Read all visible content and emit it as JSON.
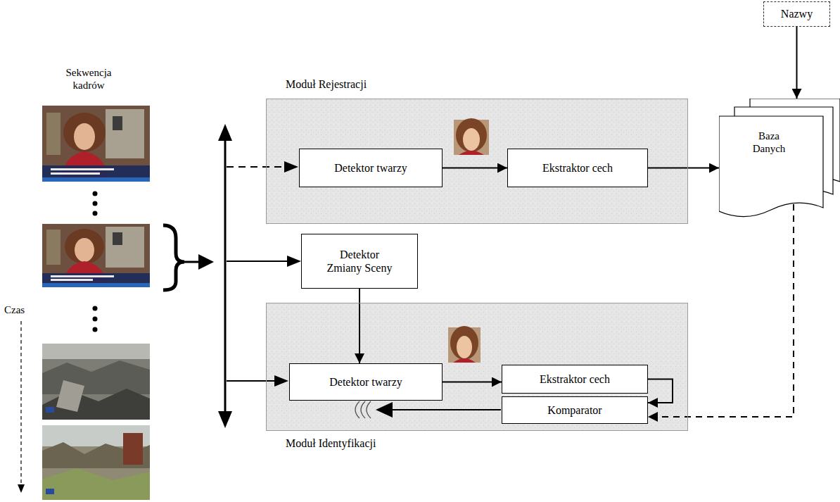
{
  "diagram": {
    "nodes": [
      {
        "text": [
          "Moduł Rejestracji"
        ]
      },
      {
        "text": [
          "Detektor twarzy"
        ],
        "in": 0
      },
      {
        "text": [
          "Ekstraktor cech"
        ],
        "in": 0
      },
      {
        "text": [
          "Nazwy"
        ]
      },
      {
        "text": [
          "Baza Danych"
        ]
      },
      {
        "text": [
          "Detektor Zmiany Sceny"
        ]
      },
      {
        "text": [
          "Moduł Identyfikacji"
        ]
      },
      {
        "text": [
          "Detektor twarzy"
        ],
        "in": 6
      },
      {
        "text": [
          "Ekstraktor cech"
        ],
        "in": 6
      },
      {
        "text": [
          "Komparator"
        ],
        "in": 6
      }
    ],
    "edges": [
      {
        "from": 1,
        "to": 2,
        "arrow": "to"
      },
      {
        "from": 2,
        "to": 4,
        "arrow": "to"
      },
      {
        "from": 3,
        "to": 4,
        "arrow": "to"
      },
      {
        "from": 5,
        "to": 7,
        "arrow": "to"
      },
      {
        "from": 7,
        "to": 8,
        "arrow": "to"
      },
      {
        "from": 8,
        "to": 9,
        "arrow": "to"
      },
      {
        "from": 4,
        "to": 9,
        "arrow": "to"
      }
    ],
    "labels": [
      "Sekwencja kadrów",
      "Czas"
    ]
  }
}
